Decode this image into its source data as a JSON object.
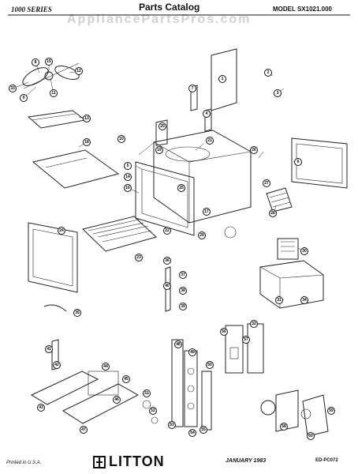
{
  "header": {
    "series": "1000 SERIES",
    "title": "Parts Catalog",
    "model": "MODEL SX1021.000"
  },
  "watermark": "AppliancePartsPros.com",
  "footer": {
    "printed": "Printed in U.S.A.",
    "brand": "LITTON",
    "date": "JANUARY 1983",
    "code": "ED-PC072"
  },
  "callouts": [
    "33",
    "8",
    "15",
    "9",
    "11",
    "12",
    "1",
    "2",
    "3",
    "6",
    "7",
    "4",
    "13",
    "10",
    "18",
    "19",
    "20",
    "21",
    "5",
    "14",
    "16",
    "17",
    "22",
    "23",
    "24",
    "25",
    "26",
    "27",
    "28",
    "29",
    "30",
    "31",
    "32",
    "34",
    "35",
    "36",
    "37",
    "38",
    "39",
    "40",
    "41",
    "42",
    "43",
    "44",
    "45",
    "46",
    "47",
    "48",
    "49",
    "50",
    "51",
    "52",
    "53",
    "54",
    "55",
    "56",
    "57",
    "58",
    "59",
    "60"
  ]
}
